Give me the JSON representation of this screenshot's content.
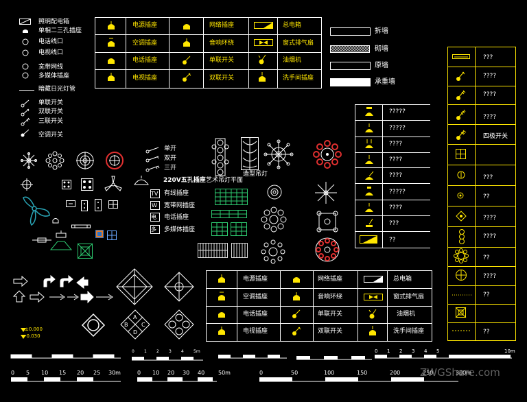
{
  "legend_left": [
    "照明配电箱",
    "单相二三孔插座",
    "电话线口",
    "电视线口",
    "宽带网线",
    "多媒体插座",
    "暗藏日光灯管",
    "单联开关",
    "双联开关",
    "三联开关",
    "空调开关"
  ],
  "table_top": {
    "col1": [
      "电源插座",
      "空调插座",
      "电话插座",
      "电视插座"
    ],
    "col2": [
      "网络插座",
      "音响环绕",
      "单联开关",
      "双联开关"
    ],
    "col3": [
      "总电箱",
      "窗式排气扇",
      "油烟机",
      "洗手间插座"
    ]
  },
  "wall_legend": [
    "拆墙",
    "砌墙",
    "原墙",
    "承重墙"
  ],
  "mid_table_labels": [
    "?????",
    "?????",
    "????",
    "????",
    "????",
    "?????",
    "????",
    "???",
    "??"
  ],
  "right_column": [
    "???",
    "????",
    "????",
    "????",
    "四极开关",
    "???",
    "??",
    "????",
    "????",
    "??",
    "????",
    "??",
    "??"
  ],
  "switch_legend": [
    "单开",
    "双开",
    "三开"
  ],
  "center_labels": {
    "socket_220": "220V五孔插座",
    "art_lamp": "艺术吊灯平面",
    "shaped_lamp": "造型吊灯",
    "tv": "有线插座",
    "net": "宽带网插座",
    "tel": "电话插座",
    "multi": "多媒体插座",
    "tv_glyph": "TV",
    "w_glyph": "W",
    "tel_glyph": "电",
    "multi_glyph": "多"
  },
  "table_bottom": {
    "col1": [
      "电源插座",
      "空调插座",
      "电话插座",
      "电视插座"
    ],
    "col2": [
      "网络插座",
      "音响环绕",
      "单联开关",
      "双联开关"
    ],
    "col3": [
      "总电箱",
      "窗式排气扇",
      "油烟机",
      "洗手间插座"
    ]
  },
  "elevation": [
    "±0.000",
    "-0.030"
  ],
  "scale_bars": {
    "bar1": [
      "0",
      "1",
      "2",
      "3",
      "4",
      "5m"
    ],
    "bar4": [
      "0",
      "1",
      "2",
      "3",
      "4",
      "5",
      "10m"
    ],
    "bar5": [
      "0",
      "5",
      "10",
      "15",
      "20",
      "25",
      "30m"
    ],
    "bar6": [
      "0",
      "10",
      "20",
      "30",
      "40",
      "50m"
    ],
    "bar7": [
      "0",
      "50",
      "100",
      "150",
      "200",
      "250",
      "300m"
    ]
  },
  "diamond_letters": [
    "A",
    "B",
    "C",
    "D"
  ],
  "watermark": "ZWGShare.com",
  "colors": {
    "yellow": "#ffe600",
    "green": "#2ecc71",
    "red": "#e03030",
    "cyan": "#2aa7b8"
  }
}
